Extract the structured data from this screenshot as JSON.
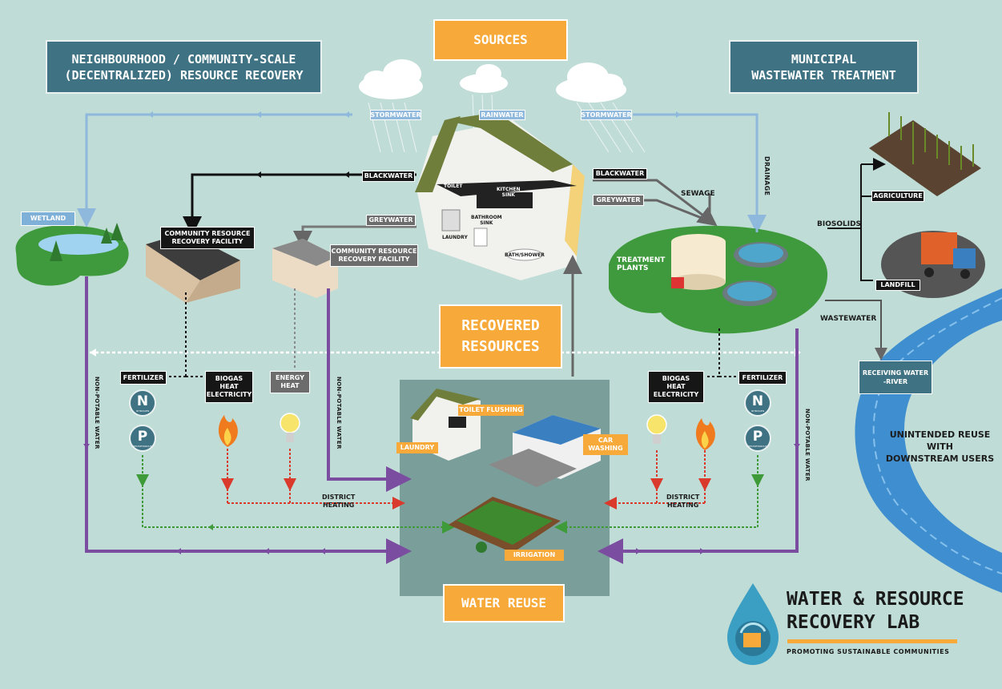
{
  "headings": {
    "sources": "SOURCES",
    "neighbourhood": "NEIGHBOURHOOD / COMMUNITY-SCALE\n(DECENTRALIZED) RESOURCE RECOVERY",
    "municipal": "MUNICIPAL\nWASTEWATER TREATMENT",
    "recovered": "RECOVERED\nRESOURCES",
    "water_reuse": "WATER REUSE"
  },
  "flows": {
    "stormwater_left": "STORMWATER",
    "rainwater": "RAINWATER",
    "stormwater_right": "STORMWATER",
    "blackwater_left": "BLACKWATER",
    "greywater_left": "GREYWATER",
    "blackwater_right": "BLACKWATER",
    "greywater_right": "GREYWATER",
    "sewage": "SEWAGE",
    "drainage": "DRAINAGE",
    "biosolids": "BIOSOLIDS",
    "wastewater": "WASTEWATER",
    "district_heating_left": "DISTRICT\nHEATING",
    "district_heating_right": "DISTRICT\nHEATING",
    "non_potable_1": "NON-POTABLE WATER",
    "non_potable_2": "NON-POTABLE WATER",
    "non_potable_3": "NON-POTABLE WATER"
  },
  "house_rooms": {
    "toilet": "TOILET",
    "kitchen_sink": "KITCHEN\nSINK",
    "bathroom_sink": "BATHROOM\nSINK",
    "laundry": "LAUNDRY",
    "bath_shower": "BATH/SHOWER"
  },
  "places": {
    "wetland": "WETLAND",
    "crrf_1": "COMMUNITY RESOURCE\nRECOVERY FACILITY",
    "crrf_2": "COMMUNITY RESOURCE\nRECOVERY FACILITY",
    "treatment_plants": "TREATMENT\nPLANTS",
    "agriculture": "AGRICULTURE",
    "landfill": "LANDFILL",
    "receiving_water": "RECEIVING WATER\n-RIVER",
    "unintended_reuse": "UNINTENDED REUSE WITH\nDOWNSTREAM USERS"
  },
  "resources_left": {
    "fertilizer": "FERTILIZER",
    "biogas": "BIOGAS\nHEAT\nELECTRICITY",
    "energy_heat": "ENERGY\nHEAT",
    "n_letter": "N",
    "n_caption": "NITROGEN",
    "p_letter": "P",
    "p_caption": "PHOSPHOROUS"
  },
  "resources_right": {
    "biogas": "BIOGAS\nHEAT\nELECTRICITY",
    "fertilizer": "FERTILIZER",
    "n_letter": "N",
    "n_caption": "NITROGEN",
    "p_letter": "P",
    "p_caption": "PHOSPHOROUS"
  },
  "reuse": {
    "toilet_flushing": "TOILET FLUSHING",
    "laundry": "LAUNDRY",
    "car_washing": "CAR\nWASHING",
    "irrigation": "IRRIGATION"
  },
  "logo": {
    "title": "WATER & RESOURCE\nRECOVERY LAB",
    "tagline": "PROMOTING SUSTAINABLE COMMUNITIES"
  },
  "colors": {
    "background": "#bfdcd6",
    "heading_teal": "#3f7384",
    "accent_orange": "#f7a93a",
    "stormwater_blue": "#8fb9dc",
    "non_potable_purple": "#7a4da0",
    "fertilizer_green": "#3f9a3a",
    "heating_red": "#d93a2b",
    "river_blue": "#3f8fd0",
    "grass_green": "#3e9a3c"
  }
}
